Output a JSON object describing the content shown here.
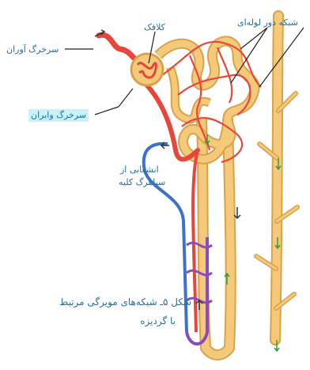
{
  "labels": {
    "afferent_arteriole": "سرخرگ آوران",
    "glomerulus": "کلافک",
    "peritubular_network": "شبکه دور لوله‌ای",
    "efferent_arteriole": "سرخرگ وابران",
    "renal_artery_branch_line1": "انشعابی از",
    "renal_artery_branch_line2": "سیاهرگ کلیه"
  },
  "caption": {
    "line1": "شکل ۵ـ شبکه‌های مویرگی مرتبط",
    "line2": "با گردیزه"
  },
  "colors": {
    "artery": "#e8463a",
    "vein": "#3d72c9",
    "tubule": "#f5c97a",
    "tubule_outline": "#d9a24a",
    "capillary_mix": "#8a4bbf",
    "label_text": "#1d6fa8",
    "highlight": "#c9f1f6"
  }
}
